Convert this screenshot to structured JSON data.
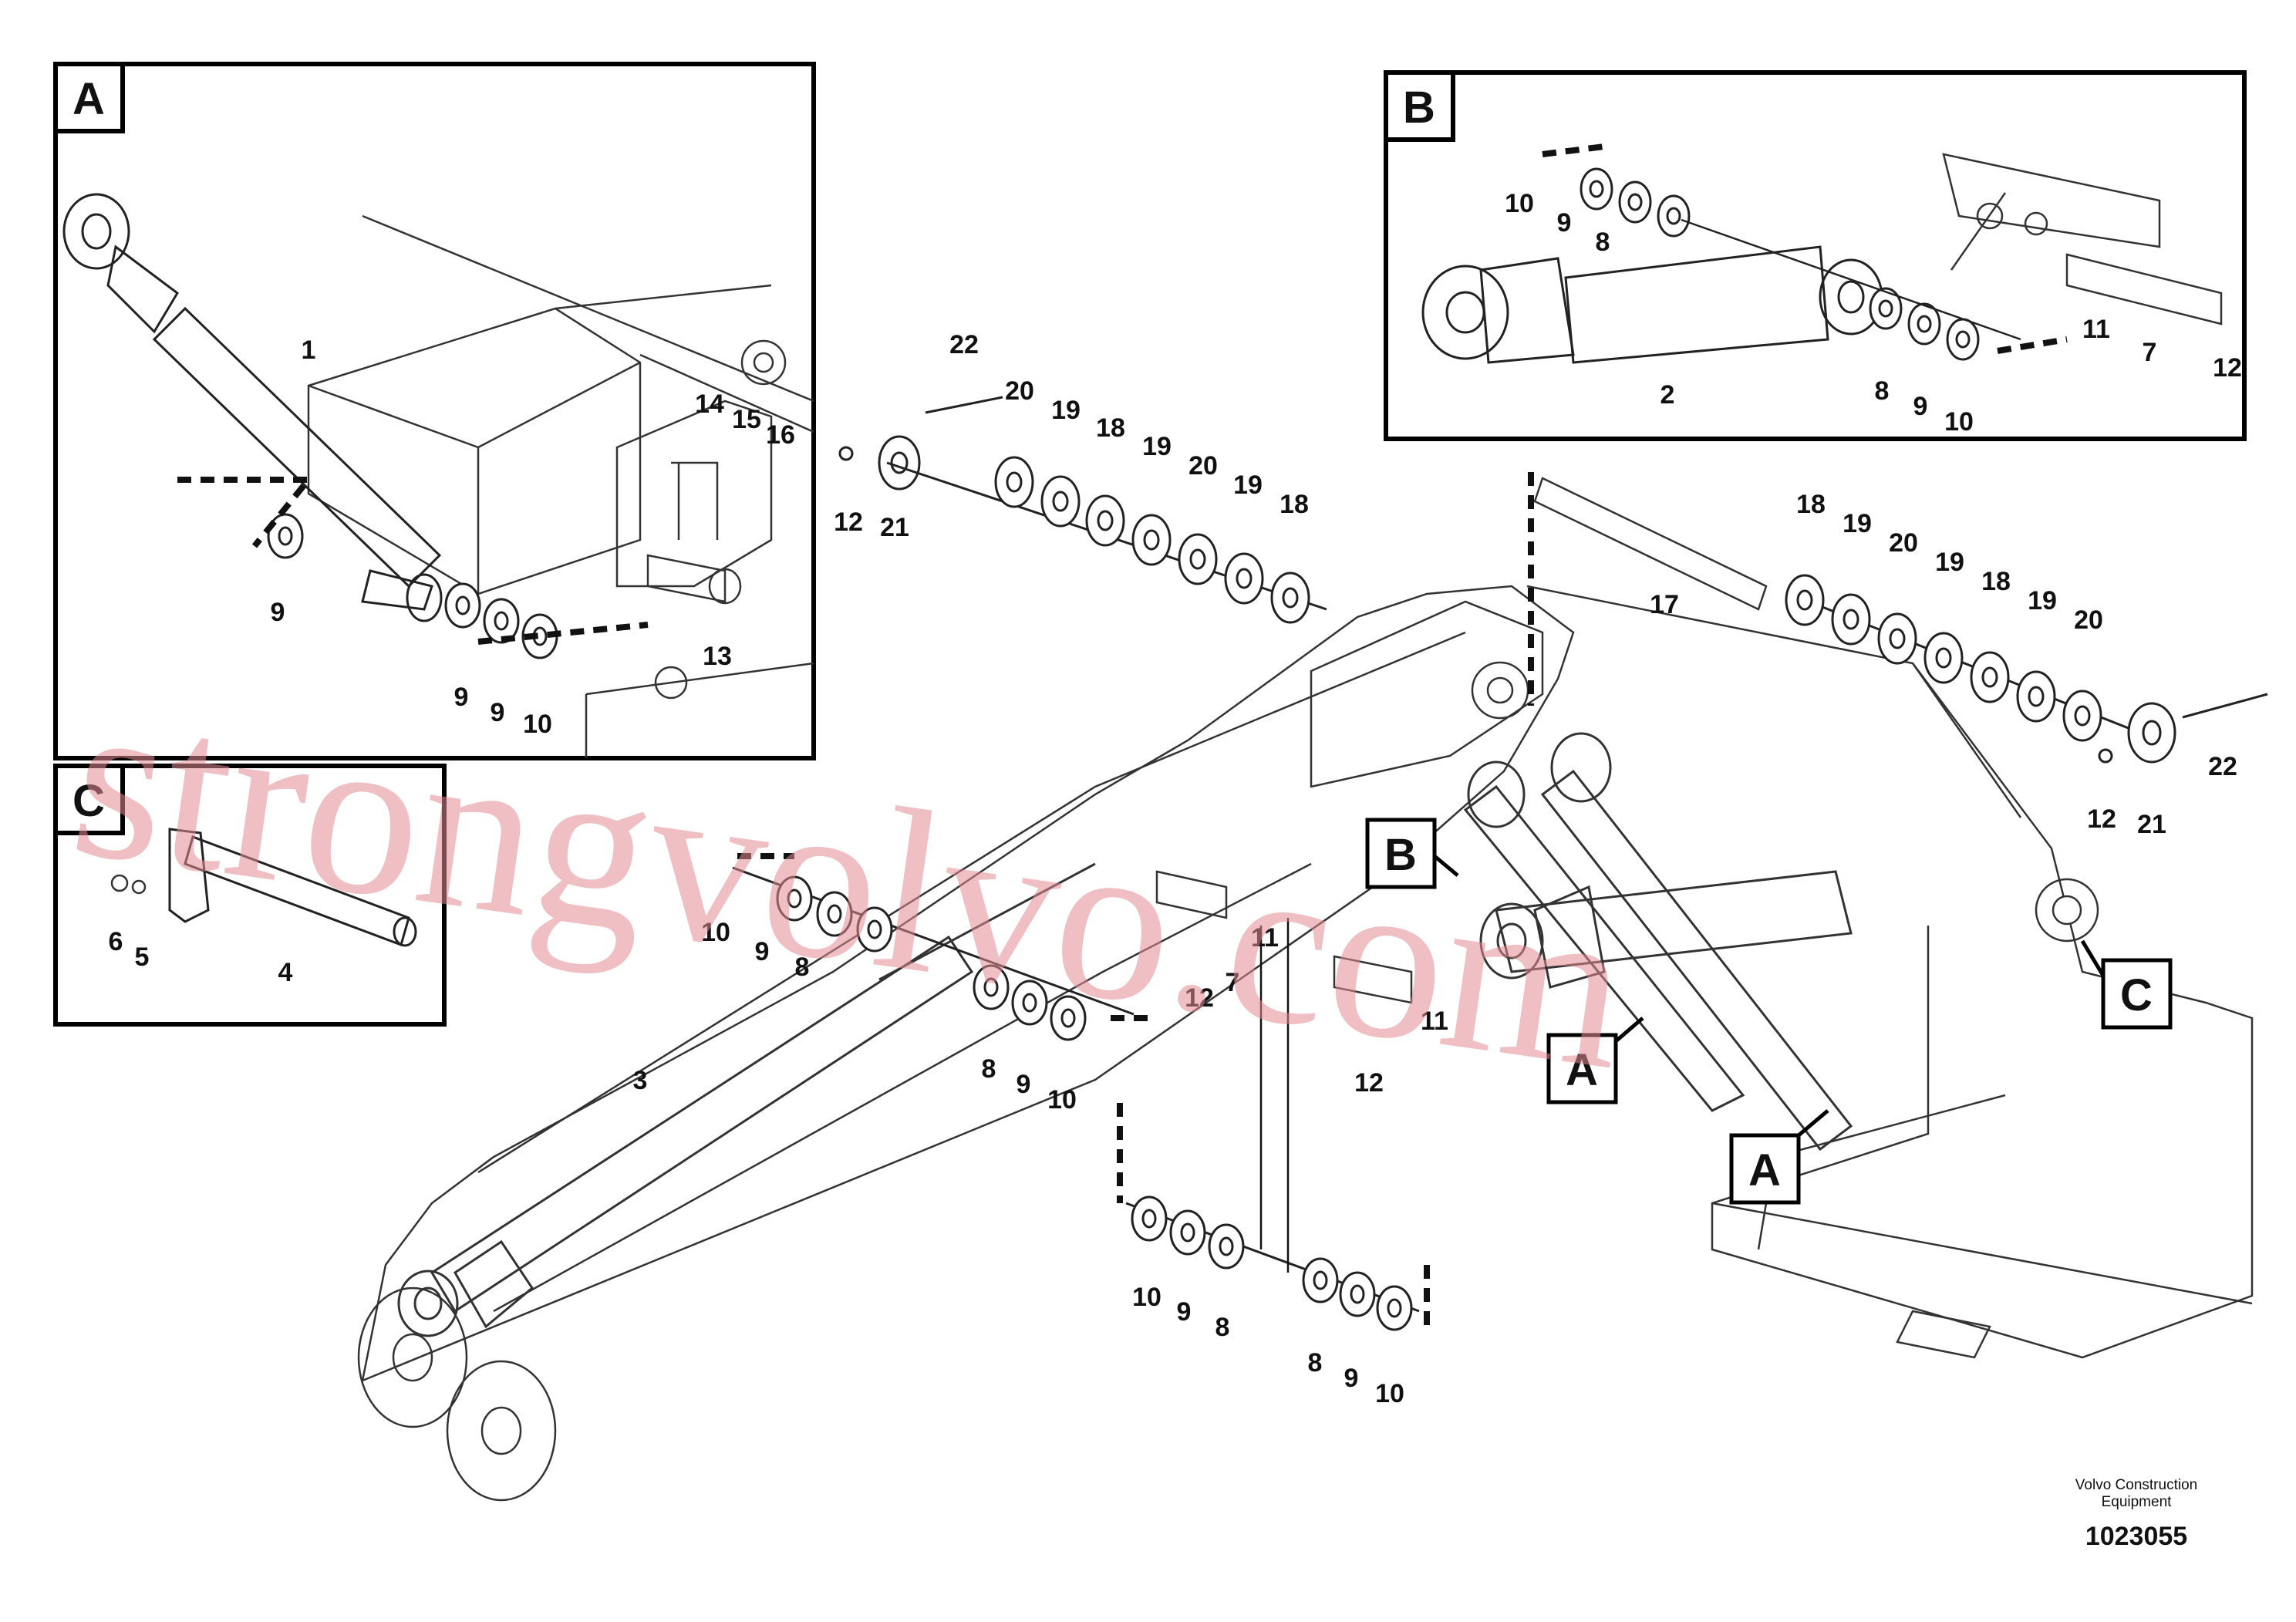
{
  "insets": [
    {
      "letter": "A"
    },
    {
      "letter": "B"
    },
    {
      "letter": "C"
    }
  ],
  "location_markers": [
    "A",
    "A",
    "B",
    "C"
  ],
  "callouts": {
    "inset_a": [
      "1",
      "14",
      "15",
      "16",
      "9",
      "9",
      "9",
      "10",
      "13"
    ],
    "inset_b": [
      "10",
      "9",
      "8",
      "2",
      "8",
      "9",
      "10",
      "11",
      "7",
      "12"
    ],
    "inset_c": [
      "6",
      "5",
      "4"
    ],
    "main": [
      "22",
      "20",
      "19",
      "18",
      "19",
      "20",
      "19",
      "18",
      "12",
      "21",
      "18",
      "19",
      "20",
      "19",
      "18",
      "19",
      "20",
      "17",
      "22",
      "12",
      "21",
      "11",
      "12",
      "7",
      "11",
      "12",
      "10",
      "9",
      "8",
      "8",
      "9",
      "10",
      "3",
      "10",
      "9",
      "8",
      "8",
      "9",
      "10"
    ]
  },
  "watermark": "strongvolvo.com",
  "footer": {
    "company_line1": "Volvo Construction",
    "company_line2": "Equipment",
    "drawing_number": "1023055"
  }
}
